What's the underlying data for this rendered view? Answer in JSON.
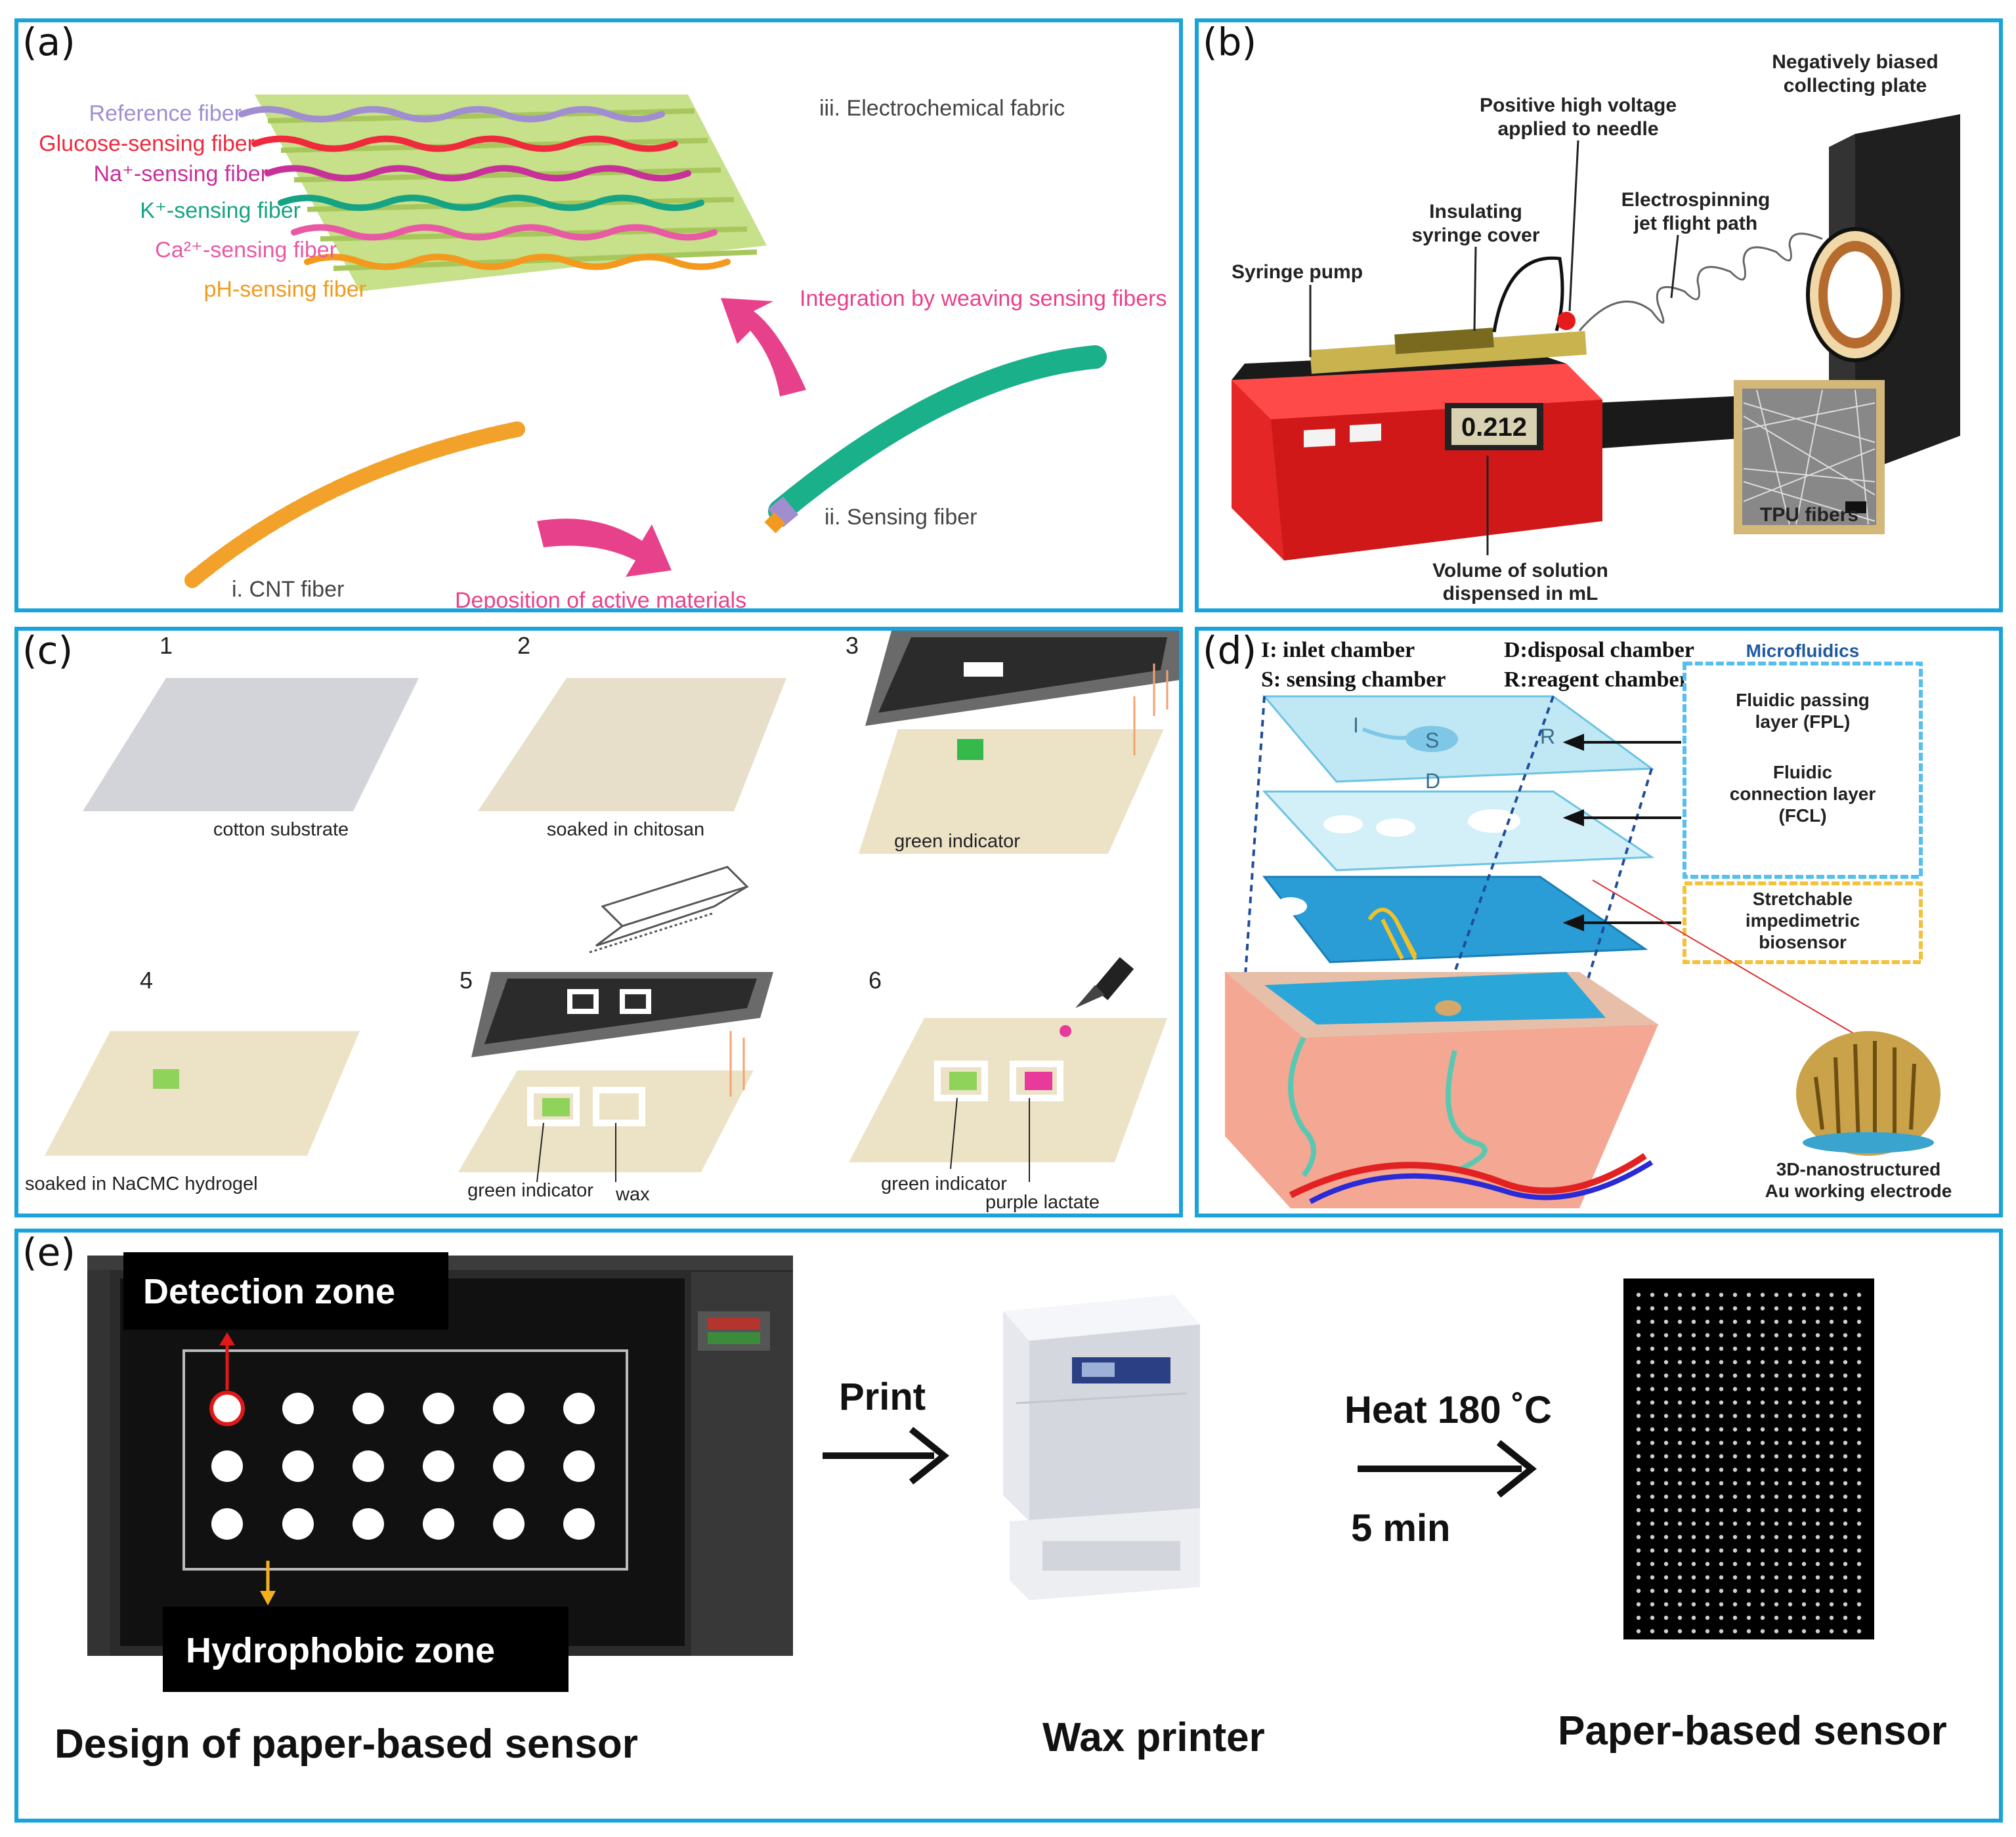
{
  "panels": {
    "a": {
      "label": "(a)",
      "fibers": [
        "Reference fiber",
        "Glucose-sensing fiber",
        "Na⁺-sensing fiber",
        "K⁺-sensing fiber",
        "Ca²⁺-sensing fiber",
        "pH-sensing fiber"
      ],
      "fiber_colors": [
        "#a08ed0",
        "#ee2a3c",
        "#c8309a",
        "#16a384",
        "#e85aa4",
        "#f39a1e"
      ],
      "fabric": "iii. Electrochemical fabric",
      "integration": "Integration by weaving sensing fibers",
      "cnt": "i. CNT fiber",
      "sensing": "ii. Sensing fiber",
      "deposition": "Deposition of active materials"
    },
    "b": {
      "label": "(b)",
      "plate": [
        "Negatively biased",
        "collecting plate"
      ],
      "voltage": [
        "Positive high voltage",
        "applied to needle"
      ],
      "cover": [
        "Insulating",
        "syringe cover"
      ],
      "jet": [
        "Electrospinning",
        "jet flight path"
      ],
      "pump": "Syringe pump",
      "display": "0.212",
      "tpu": "TPU fibers",
      "volume": [
        "Volume of solution",
        "dispensed in mL"
      ]
    },
    "c": {
      "label": "(c)",
      "steps": [
        "1",
        "2",
        "3",
        "4",
        "5",
        "6"
      ],
      "cotton": "cotton substrate",
      "chitosan": "soaked in chitosan",
      "green3": "green indicator",
      "nacmc": "soaked in NaCMC hydrogel",
      "green5": "green indicator",
      "wax": "wax",
      "green6": "green indicator",
      "lactate": "purple lactate"
    },
    "d": {
      "label": "(d)",
      "legend_left": [
        "I:  inlet chamber",
        "S:  sensing chamber"
      ],
      "legend_right": [
        "D:disposal chamber",
        "R:reagent chamber"
      ],
      "microfluidics": "Microfluidics",
      "fpl": [
        "Fluidic passing",
        "layer (FPL)"
      ],
      "fcl": [
        "Fluidic",
        "connection layer",
        "(FCL)"
      ],
      "biosensor": [
        "Stretchable",
        "impedimetric",
        "biosensor"
      ],
      "letters": [
        "I",
        "S",
        "R",
        "D"
      ],
      "electrode": [
        "3D-nanostructured",
        "Au working electrode"
      ]
    },
    "e": {
      "label": "(e)",
      "detection": "Detection zone",
      "hydrophobic": "Hydrophobic zone",
      "print": "Print",
      "heat": "Heat 180 ˚C",
      "time": "5 min",
      "design": "Design of paper-based sensor",
      "printer": "Wax printer",
      "sensor": "Paper-based sensor"
    }
  }
}
